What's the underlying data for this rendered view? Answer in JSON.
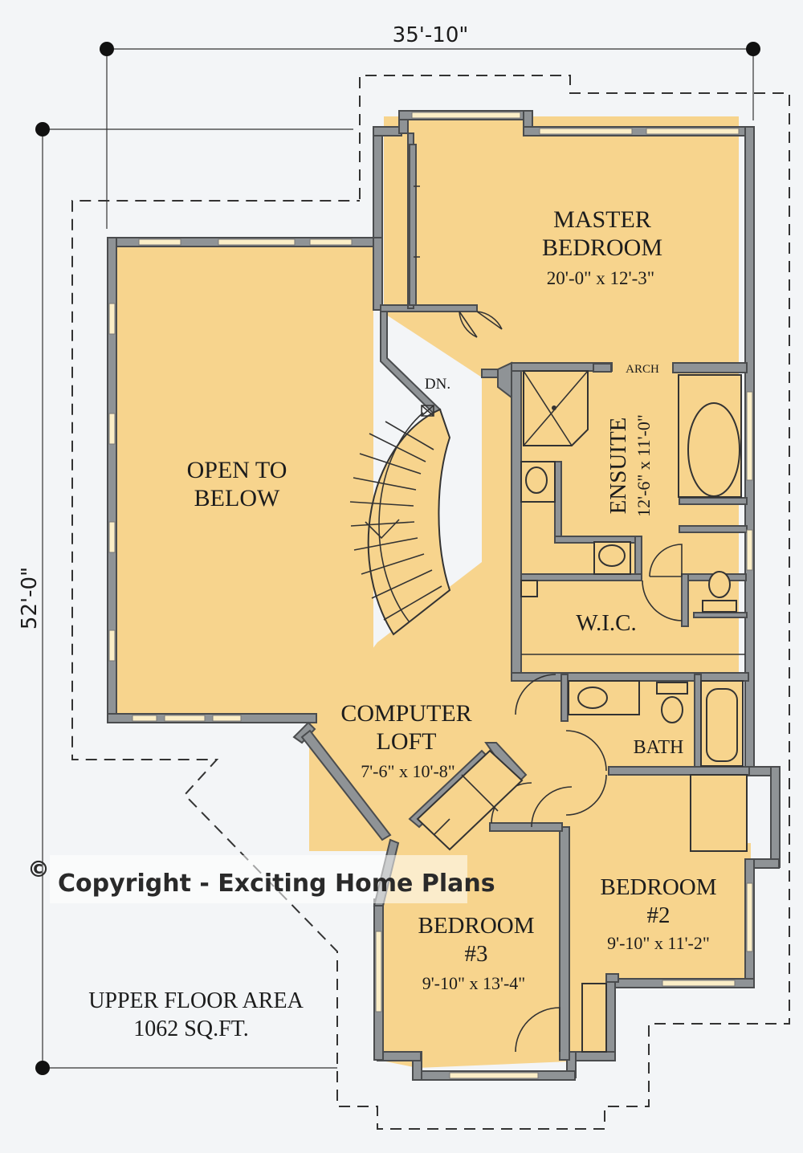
{
  "dimensions": {
    "width": "35'-10\"",
    "depth": "52'-0\""
  },
  "rooms": {
    "master": {
      "name_1": "MASTER",
      "name_2": "BEDROOM",
      "size": "20'-0\" x 12'-3\""
    },
    "open": {
      "name_1": "OPEN TO",
      "name_2": "BELOW"
    },
    "loft": {
      "name_1": "COMPUTER",
      "name_2": "LOFT",
      "size": "7'-6\" x 10'-8\""
    },
    "ensuite": {
      "name": "ENSUITE",
      "size": "12'-6\" x 11'-0\""
    },
    "wic": {
      "name": "W.I.C."
    },
    "bath": {
      "name": "BATH"
    },
    "bedroom2": {
      "name_1": "BEDROOM",
      "name_2": "#2",
      "size": "9'-10\" x 11'-2\""
    },
    "bedroom3": {
      "name_1": "BEDROOM",
      "name_2": "#3",
      "size": "9'-10\" x 13'-4\""
    }
  },
  "labels": {
    "arch": "ARCH",
    "stair_down": "DN.",
    "copyright_symbol": "©",
    "copyright": "Copyright - Exciting Home Plans"
  },
  "area": {
    "line_1": "UPPER FLOOR AREA",
    "line_2": "1062 SQ.FT."
  },
  "colors": {
    "room_fill": "#f7d48d",
    "wall": "#8f9396",
    "background": "#f3f5f7"
  }
}
